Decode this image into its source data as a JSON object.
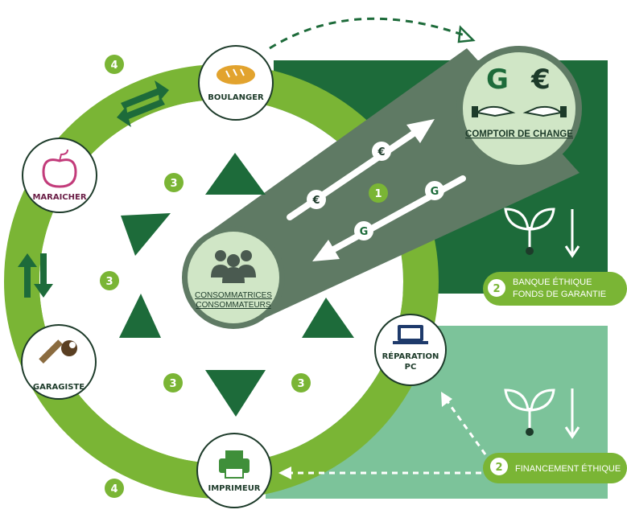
{
  "diagram": {
    "center": {
      "line1": "CONSOMMATRICES",
      "line2": "CONSOMMATEURS"
    },
    "exchange": {
      "label": "COMPTOIR DE CHANGE",
      "symbol_local": "G",
      "symbol_euro": "€"
    },
    "actors": [
      {
        "id": "boulanger",
        "label": "BOULANGER",
        "icon": "bread-icon"
      },
      {
        "id": "maraicher",
        "label": "MARAICHER",
        "icon": "apple-icon"
      },
      {
        "id": "garagiste",
        "label": "GARAGISTE",
        "icon": "wrench-icon"
      },
      {
        "id": "imprimeur",
        "label": "IMPRIMEUR",
        "icon": "printer-icon"
      },
      {
        "id": "reparation",
        "label_line1": "RÉPARATION",
        "label_line2": "PC",
        "icon": "laptop-icon"
      }
    ],
    "banks": {
      "ethical_bank": {
        "number": "2",
        "line1": "BANQUE ÉTHIQUE",
        "line2": "FONDS DE GARANTIE"
      },
      "ethical_financing": {
        "number": "2",
        "line1": "FINANCEMENT ÉTHIQUE"
      }
    },
    "step_numbers": {
      "one": "1",
      "three": "3",
      "four": "4"
    },
    "colors": {
      "dark_green": "#1d6b3a",
      "ring_green": "#7ab535",
      "light_green": "#7cc39a",
      "pale_green": "#d0e6c6",
      "grey_green": "#5f7a64"
    }
  }
}
